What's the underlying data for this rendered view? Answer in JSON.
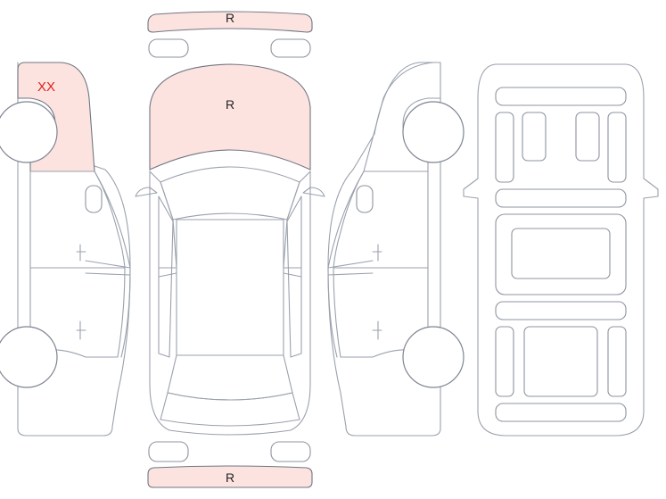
{
  "damage_color": "#fde3e0",
  "marker_color": "#e0201a",
  "outline_color": "#9aa1ad",
  "marks": {
    "front_bumper": "R",
    "hood": "R",
    "rear_bumper": "R",
    "left_front_fender": "XX"
  }
}
